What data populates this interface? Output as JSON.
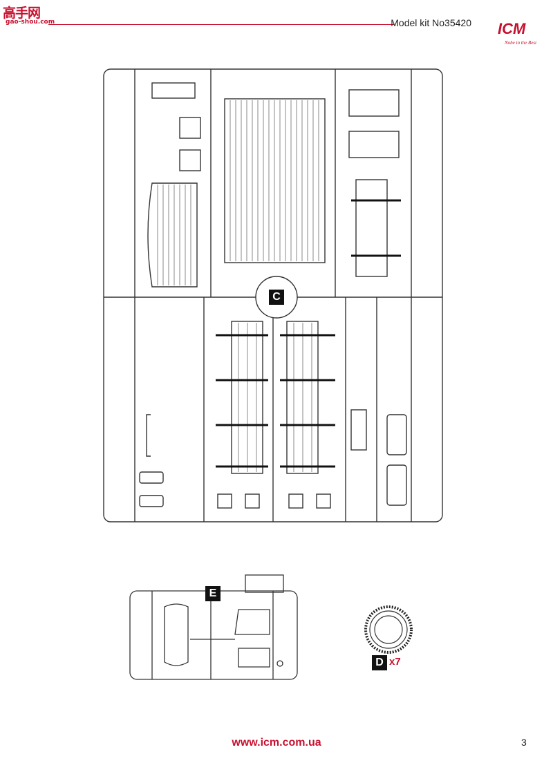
{
  "header": {
    "watermark_cn": "高手网",
    "watermark_sub": "gao-shou.com",
    "model_kit": "Model kit No35420",
    "logo": "ICM",
    "logo_tagline": "Nobe in the Best",
    "page_number": "3"
  },
  "sprues": {
    "c_label": "C",
    "e_label": "E",
    "d_label": "D",
    "d_qty": "x7"
  },
  "footer": {
    "url": "www.icm.com.ua"
  },
  "colors": {
    "brand_red": "#c8102e",
    "line": "#333333"
  }
}
